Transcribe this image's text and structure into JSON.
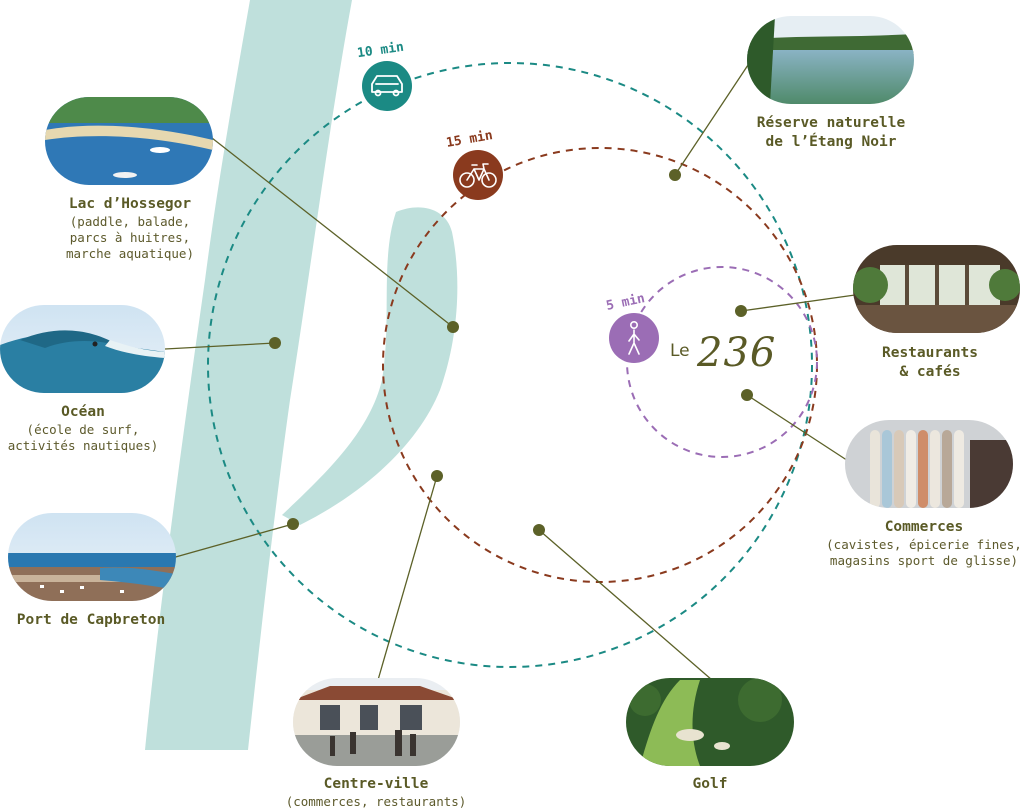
{
  "center": {
    "prefix": "Le",
    "name": "236"
  },
  "rings": [
    {
      "time": "5 min",
      "mode": "walking-person-icon",
      "color": "#9b6db5"
    },
    {
      "time": "15 min",
      "mode": "bicycle-icon",
      "color": "#8a3a1e"
    },
    {
      "time": "10 min",
      "mode": "car-icon",
      "color": "#1b8a84"
    }
  ],
  "colors": {
    "water": "#bfe0dc",
    "text": "#5a5a26",
    "dot": "#5c6128",
    "line": "#5c6128"
  },
  "places": [
    {
      "id": "lac",
      "title": "Lac d’Hossegor",
      "subtitle": [
        "(paddle, balade,",
        "parcs à huitres,",
        "marche aquatique)"
      ]
    },
    {
      "id": "ocean",
      "title": "Océan",
      "subtitle": [
        "(école de surf,",
        "activités nautiques)"
      ]
    },
    {
      "id": "port",
      "title": "Port de Capbreton",
      "subtitle": []
    },
    {
      "id": "centre",
      "title": "Centre-ville",
      "subtitle": [
        "(commerces, restaurants)"
      ]
    },
    {
      "id": "golf",
      "title": "Golf",
      "subtitle": []
    },
    {
      "id": "commerces",
      "title": "Commerces",
      "subtitle": [
        "(cavistes, épicerie fines,",
        "magasins sport de glisse)"
      ]
    },
    {
      "id": "restaurants",
      "title": "Restaurants",
      "subtitle": [
        "& cafés"
      ]
    },
    {
      "id": "etang",
      "title": "Réserve naturelle",
      "subtitle": [
        "de l’Étang Noir"
      ]
    }
  ]
}
